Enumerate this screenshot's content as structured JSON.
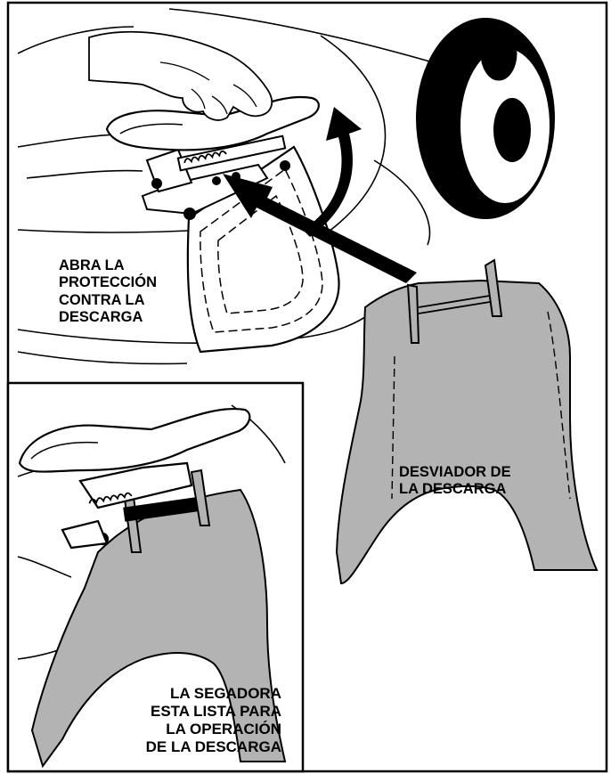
{
  "labels": {
    "open_guard": [
      "ABRA LA",
      "PROTECCIÓN",
      "CONTRA LA",
      "DESCARGA"
    ],
    "deflector": [
      "DESVIADOR DE",
      "LA DESCARGA"
    ],
    "ready": [
      "LA SEGADORA",
      "ESTA LISTA PARA",
      "LA OPERACIÓN",
      "DE LA DESCARGA"
    ]
  },
  "colors": {
    "line": "#000000",
    "deflector_fill": "#b3b3b3",
    "background": "#ffffff"
  }
}
